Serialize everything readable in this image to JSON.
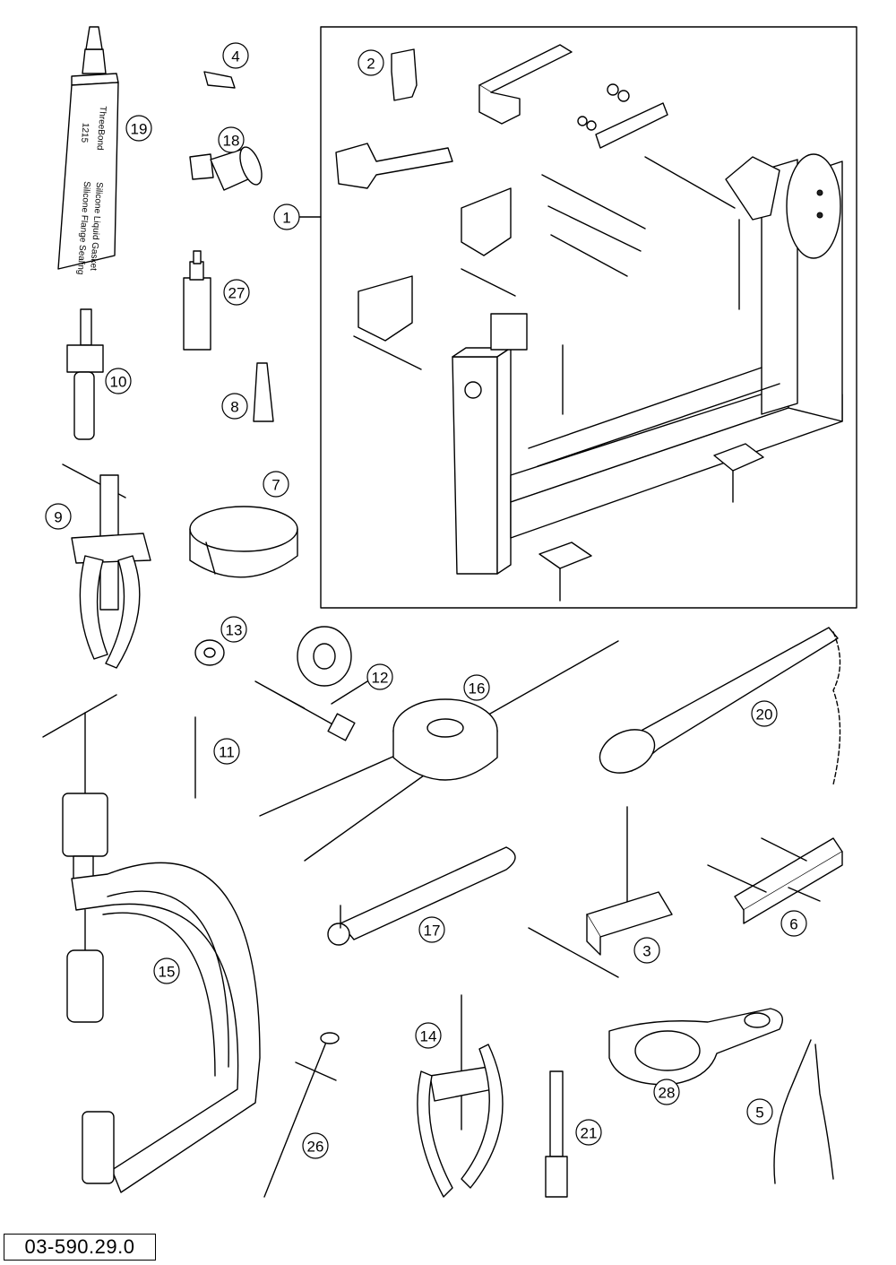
{
  "callouts": [
    "1",
    "2",
    "3",
    "4",
    "5",
    "6",
    "7",
    "8",
    "9",
    "10",
    "11",
    "12",
    "13",
    "14",
    "15",
    "16",
    "17",
    "18",
    "19",
    "20",
    "21",
    "26",
    "27",
    "28"
  ],
  "tube_label": {
    "brand": "ThreeBond",
    "code": "1215",
    "line_a": "Silicone Liquid Gasket",
    "line_b": "Silicone Flange Sealing"
  },
  "document_number": "03-590.29.0"
}
